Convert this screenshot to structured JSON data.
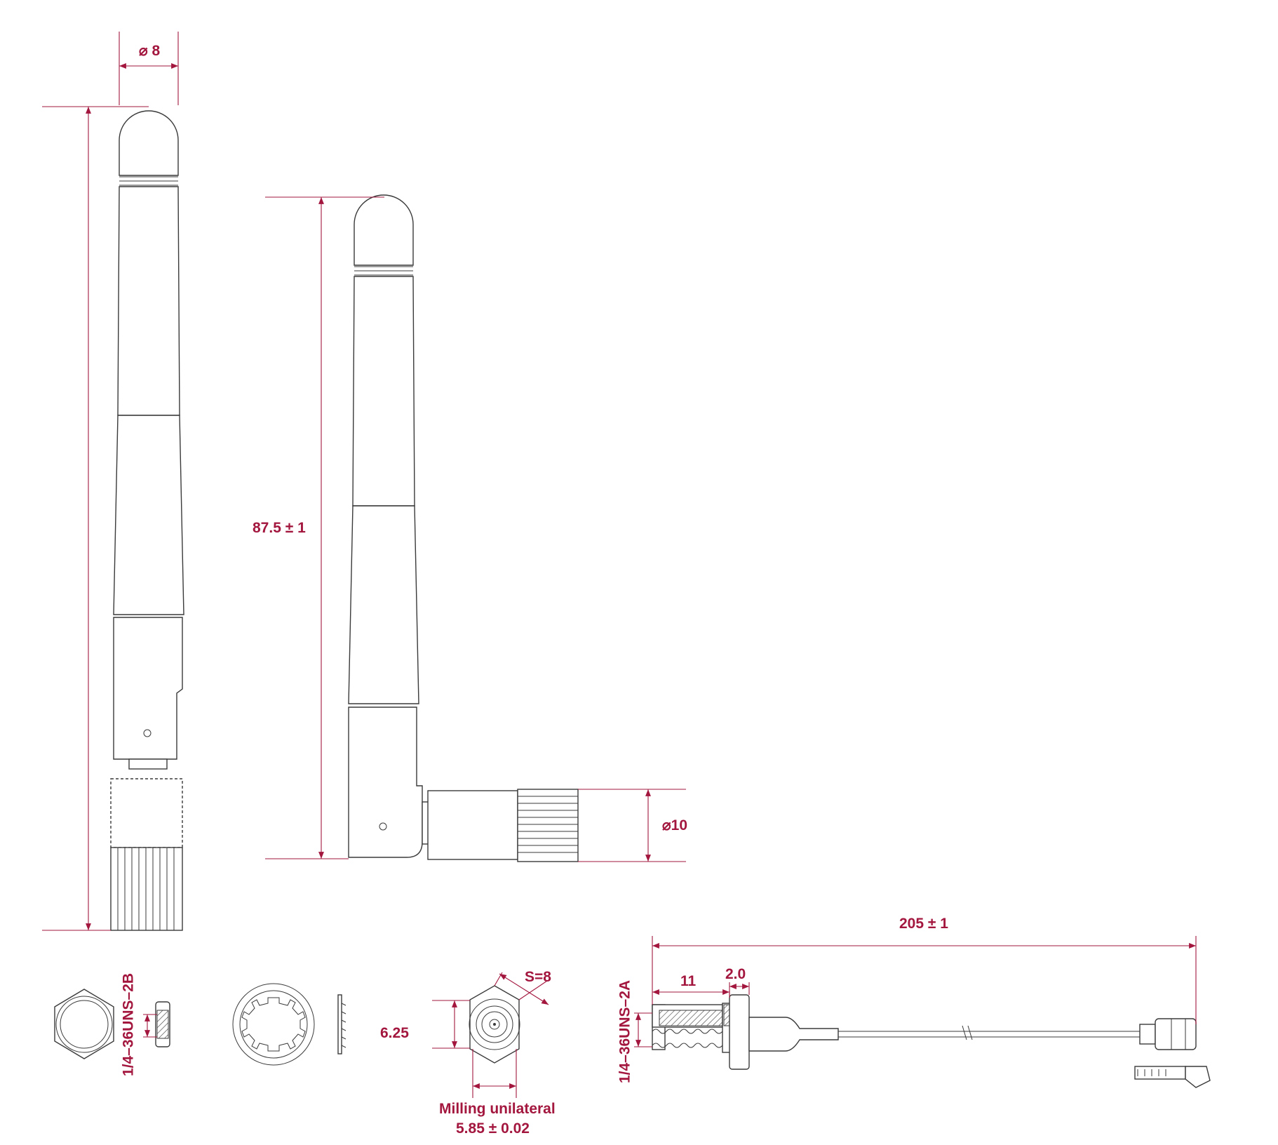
{
  "dimensions": {
    "dia_top": "⌀ 8",
    "height_straight": "87.5 ± 1",
    "dia_connector": "⌀10",
    "cable_length": "205 ± 1",
    "len_11": "11",
    "len_2": "2.0",
    "hex_s": "S=8",
    "across_flat": "6.25",
    "milling_line1": "Milling unilateral",
    "milling_line2": "5.85 ± 0.02",
    "thread_nut": "1/4–36UNS–2B",
    "thread_bulkhead": "1/4–36UNS–2A"
  },
  "colors": {
    "dimension": "#a3173f",
    "outline": "#3a3a3a"
  }
}
